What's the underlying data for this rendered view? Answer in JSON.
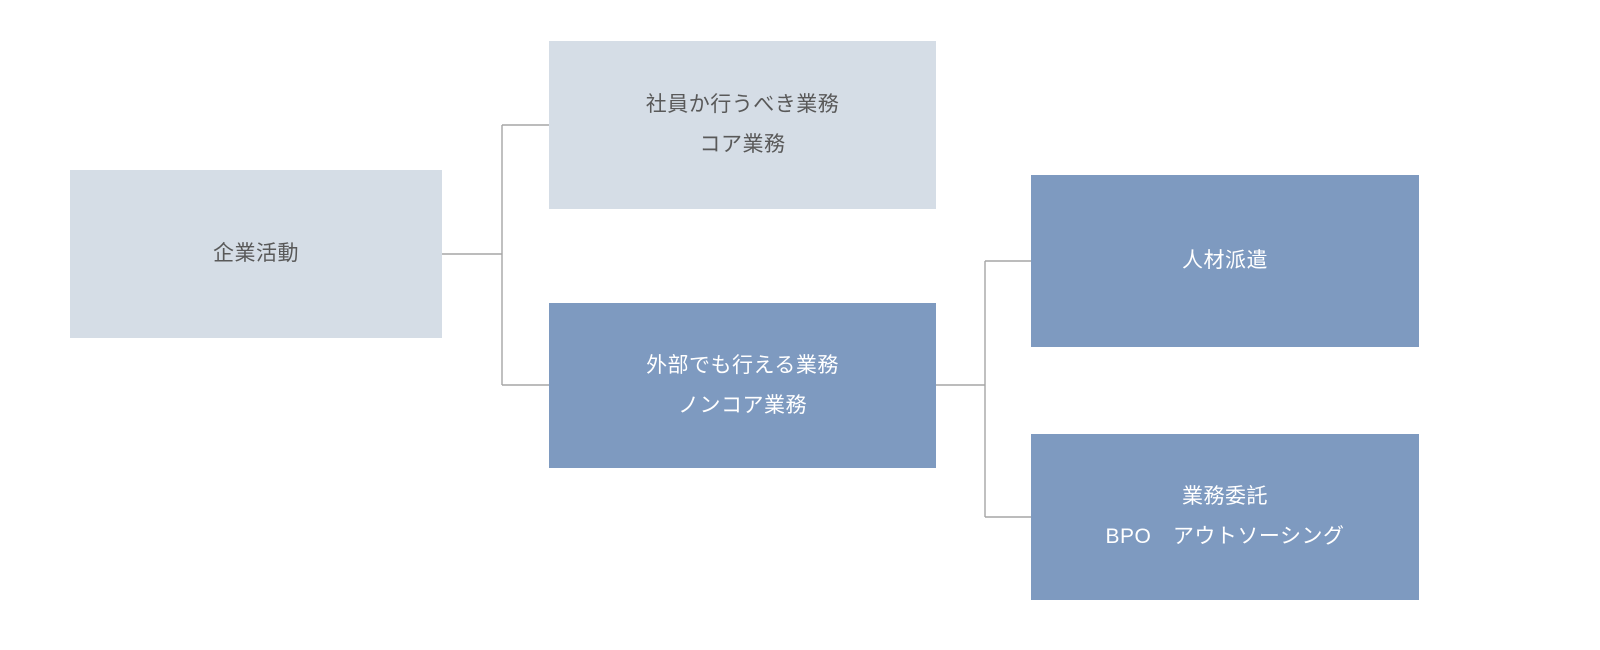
{
  "colors": {
    "node-light": "#d5dde6",
    "node-dark": "#7e9ac0",
    "text-dark": "#595959",
    "text-light": "#ffffff",
    "connector": "#a6a6a6",
    "background": "#ffffff"
  },
  "diagram": {
    "type": "tree",
    "direction": "left-to-right",
    "nodes": [
      {
        "id": "corporate-activities",
        "variant": "light",
        "lines": [
          "企業活動"
        ],
        "children": [
          "core-work",
          "noncore-work"
        ]
      },
      {
        "id": "core-work",
        "variant": "light",
        "lines": [
          "社員か行うべき業務",
          "コア業務"
        ],
        "children": []
      },
      {
        "id": "noncore-work",
        "variant": "dark",
        "lines": [
          "外部でも行える業務",
          "ノンコア業務"
        ],
        "children": [
          "staffing",
          "outsourcing"
        ]
      },
      {
        "id": "staffing",
        "variant": "dark",
        "lines": [
          "人材派遣"
        ],
        "children": []
      },
      {
        "id": "outsourcing",
        "variant": "dark",
        "lines": [
          "業務委託",
          "BPO　アウトソーシング"
        ],
        "children": []
      }
    ]
  }
}
